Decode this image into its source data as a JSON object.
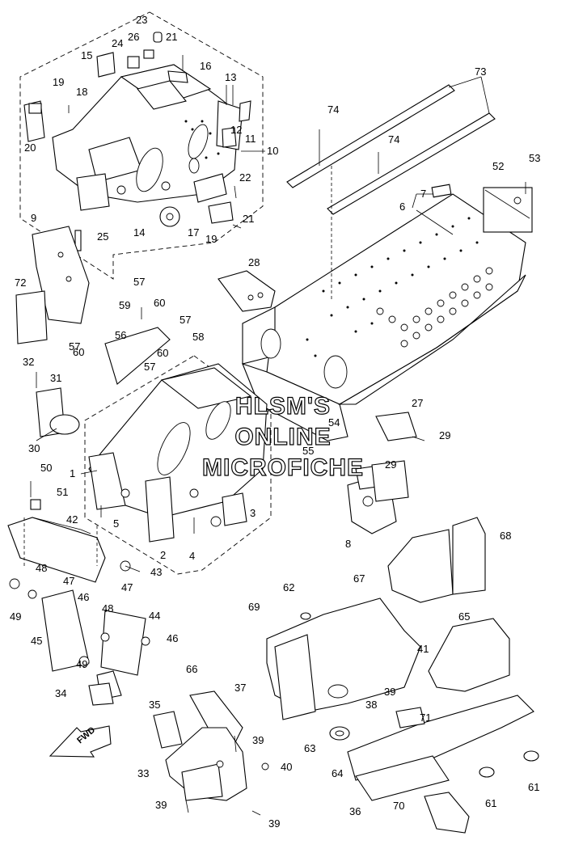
{
  "watermark": {
    "line1": "HLSM'S",
    "line2": "ONLINE",
    "line3": "MICROFICHE"
  },
  "direction_badge": {
    "label": "FWD"
  },
  "callouts": {
    "c1": "1",
    "c2": "2",
    "c3": "3",
    "c4": "4",
    "c5": "5",
    "c6": "6",
    "c7": "7",
    "c8": "8",
    "c9": "9",
    "c10": "10",
    "c11": "11",
    "c12": "12",
    "c13": "13",
    "c14": "14",
    "c15": "15",
    "c16": "16",
    "c17": "17",
    "c18": "18",
    "c19": "19",
    "c20": "20",
    "c21": "21",
    "c22": "22",
    "c23": "23",
    "c24": "24",
    "c25": "25",
    "c26": "26",
    "c27": "27",
    "c28": "28",
    "c29": "29",
    "c30": "30",
    "c31": "31",
    "c32": "32",
    "c33": "33",
    "c34": "34",
    "c35": "35",
    "c36": "36",
    "c37": "37",
    "c38": "38",
    "c39": "39",
    "c40": "40",
    "c41": "41",
    "c42": "42",
    "c43": "43",
    "c44": "44",
    "c45": "45",
    "c46": "46",
    "c47": "47",
    "c48": "48",
    "c49": "49",
    "c50": "50",
    "c51": "51",
    "c52": "52",
    "c53": "53",
    "c54": "54",
    "c55": "55",
    "c56": "56",
    "c57": "57",
    "c58": "58",
    "c59": "59",
    "c60": "60",
    "c61": "61",
    "c62": "62",
    "c63": "63",
    "c64": "64",
    "c65": "65",
    "c67": "67",
    "c68": "68",
    "c69": "69",
    "c70": "70",
    "c71": "71",
    "c72": "72",
    "c73": "73",
    "c74": "74",
    "c66": "66"
  }
}
